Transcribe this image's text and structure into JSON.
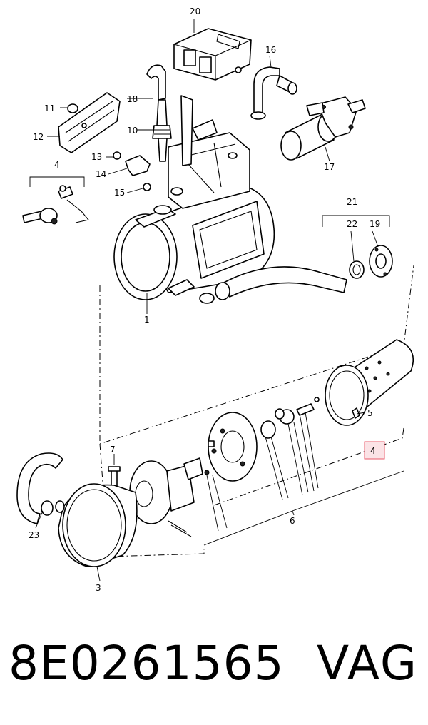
{
  "diagram": {
    "labels": {
      "l1": "1",
      "l3": "3",
      "l4a": "4",
      "l4b": "4",
      "l5": "5",
      "l6": "6",
      "l7": "7",
      "l10": "10",
      "l11": "11",
      "l12": "12",
      "l13": "13",
      "l14": "14",
      "l15": "15",
      "l16": "16",
      "l17": "17",
      "l18": "18",
      "l19": "19",
      "l20": "20",
      "l21": "21",
      "l22": "22",
      "l23": "23"
    },
    "highlight_color": "#e85a6a"
  },
  "footer": {
    "part_number": "8E0261565",
    "brand": "VAG"
  }
}
